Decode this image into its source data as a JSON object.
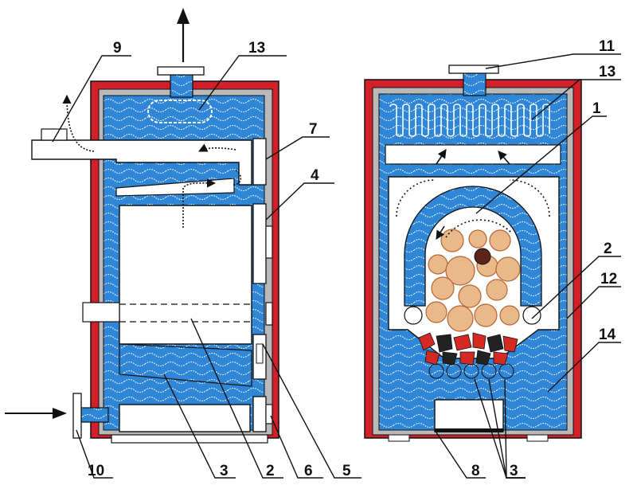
{
  "labels": {
    "l1": "1",
    "l2a": "2",
    "l2b": "2",
    "l3a": "3",
    "l3b": "3",
    "l4": "4",
    "l5": "5",
    "l6": "6",
    "l7": "7",
    "l8": "8",
    "l9": "9",
    "l10": "10",
    "l11": "11",
    "l12": "12",
    "l13a": "13",
    "l13b": "13",
    "l14": "14"
  },
  "colors": {
    "water": "#2f86d6",
    "casing": "#d2202a",
    "insulation": "#b9b9b9",
    "wood": "#e9b98c",
    "wood_ring": "#b5652f",
    "ember": "#d42a23",
    "coal": "#222222"
  }
}
